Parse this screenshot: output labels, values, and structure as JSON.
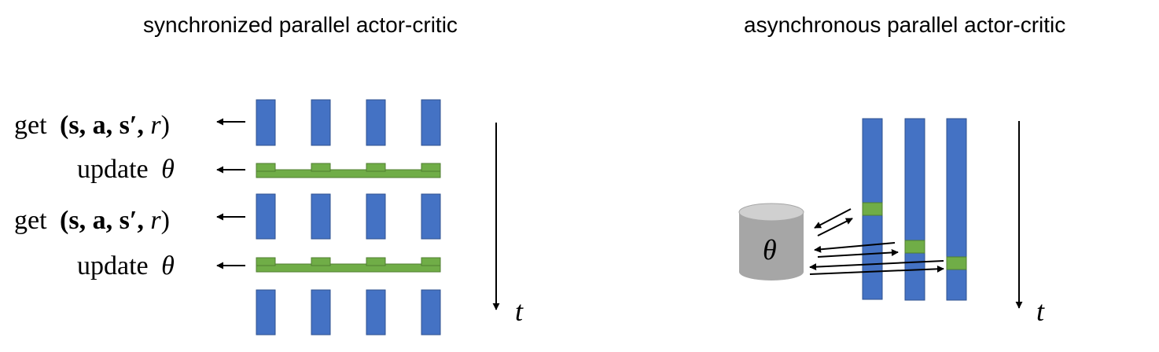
{
  "left_panel": {
    "title": "synchronized parallel actor-critic",
    "rows": [
      {
        "kind": "get",
        "word": "get",
        "formula": "(s, a, s′, r)"
      },
      {
        "kind": "update",
        "word": "update",
        "param": "θ"
      },
      {
        "kind": "get",
        "word": "get",
        "formula": "(s, a, s′, r)"
      },
      {
        "kind": "update",
        "word": "update",
        "param": "θ"
      },
      {
        "kind": "get",
        "word": "",
        "formula": ""
      }
    ],
    "time_label": "t"
  },
  "right_panel": {
    "title": "asynchronous parallel actor-critic",
    "store_label": "θ",
    "time_label": "t"
  },
  "colors": {
    "worker_blue": "#4472c4",
    "worker_blue_edge": "#2f528f",
    "update_green": "#70ad47",
    "update_green_edge": "#507e32",
    "cylinder_gray": "#a6a6a6",
    "cylinder_top": "#d0d0d0"
  }
}
